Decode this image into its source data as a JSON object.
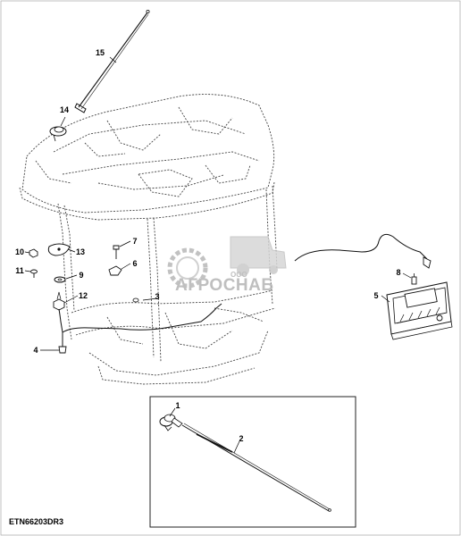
{
  "diagram": {
    "drawing_id": "ETN66203DR3",
    "callouts": [
      "1",
      "2",
      "3",
      "4",
      "5",
      "6",
      "7",
      "8",
      "9",
      "10",
      "11",
      "12",
      "13",
      "14",
      "15"
    ],
    "watermark": {
      "brand": "АГРОСНАБ",
      "prefix": "ООО"
    },
    "colors": {
      "line": "#111111",
      "hidden_line": "#444444",
      "watermark": "#b5b5b5",
      "border": "#222222"
    }
  }
}
